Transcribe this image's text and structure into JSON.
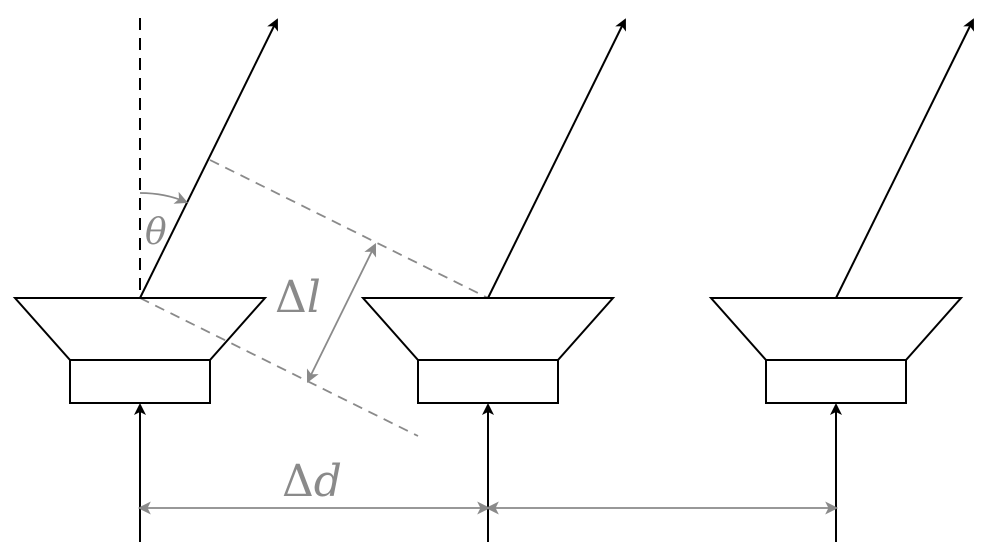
{
  "diagram": {
    "labels": {
      "theta_symbol": "θ",
      "path_delta": "Δ",
      "path_var": "l",
      "spacing_delta": "Δ",
      "spacing_var": "d"
    },
    "elements": {
      "antenna_count": 3,
      "feed_count": 3,
      "beam_count": 3
    },
    "colors": {
      "structure": "#000000",
      "annotation": "#8a8a8a",
      "background": "#ffffff"
    },
    "icons": {
      "horn": "horn-antenna-icon",
      "feed": "feed-arrow-icon",
      "beam": "beam-direction-arrow-icon"
    }
  }
}
